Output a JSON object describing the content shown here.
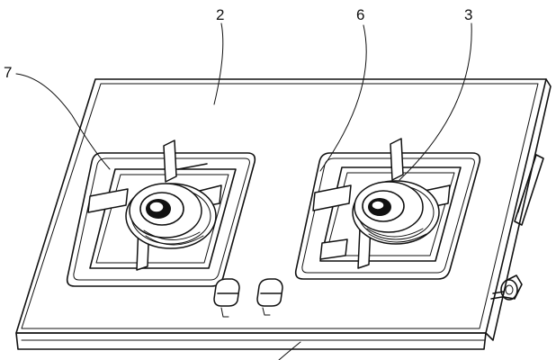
{
  "figure": {
    "labels": {
      "panel": "2",
      "flame_cap": "6",
      "burner": "3",
      "grate": "7"
    }
  }
}
